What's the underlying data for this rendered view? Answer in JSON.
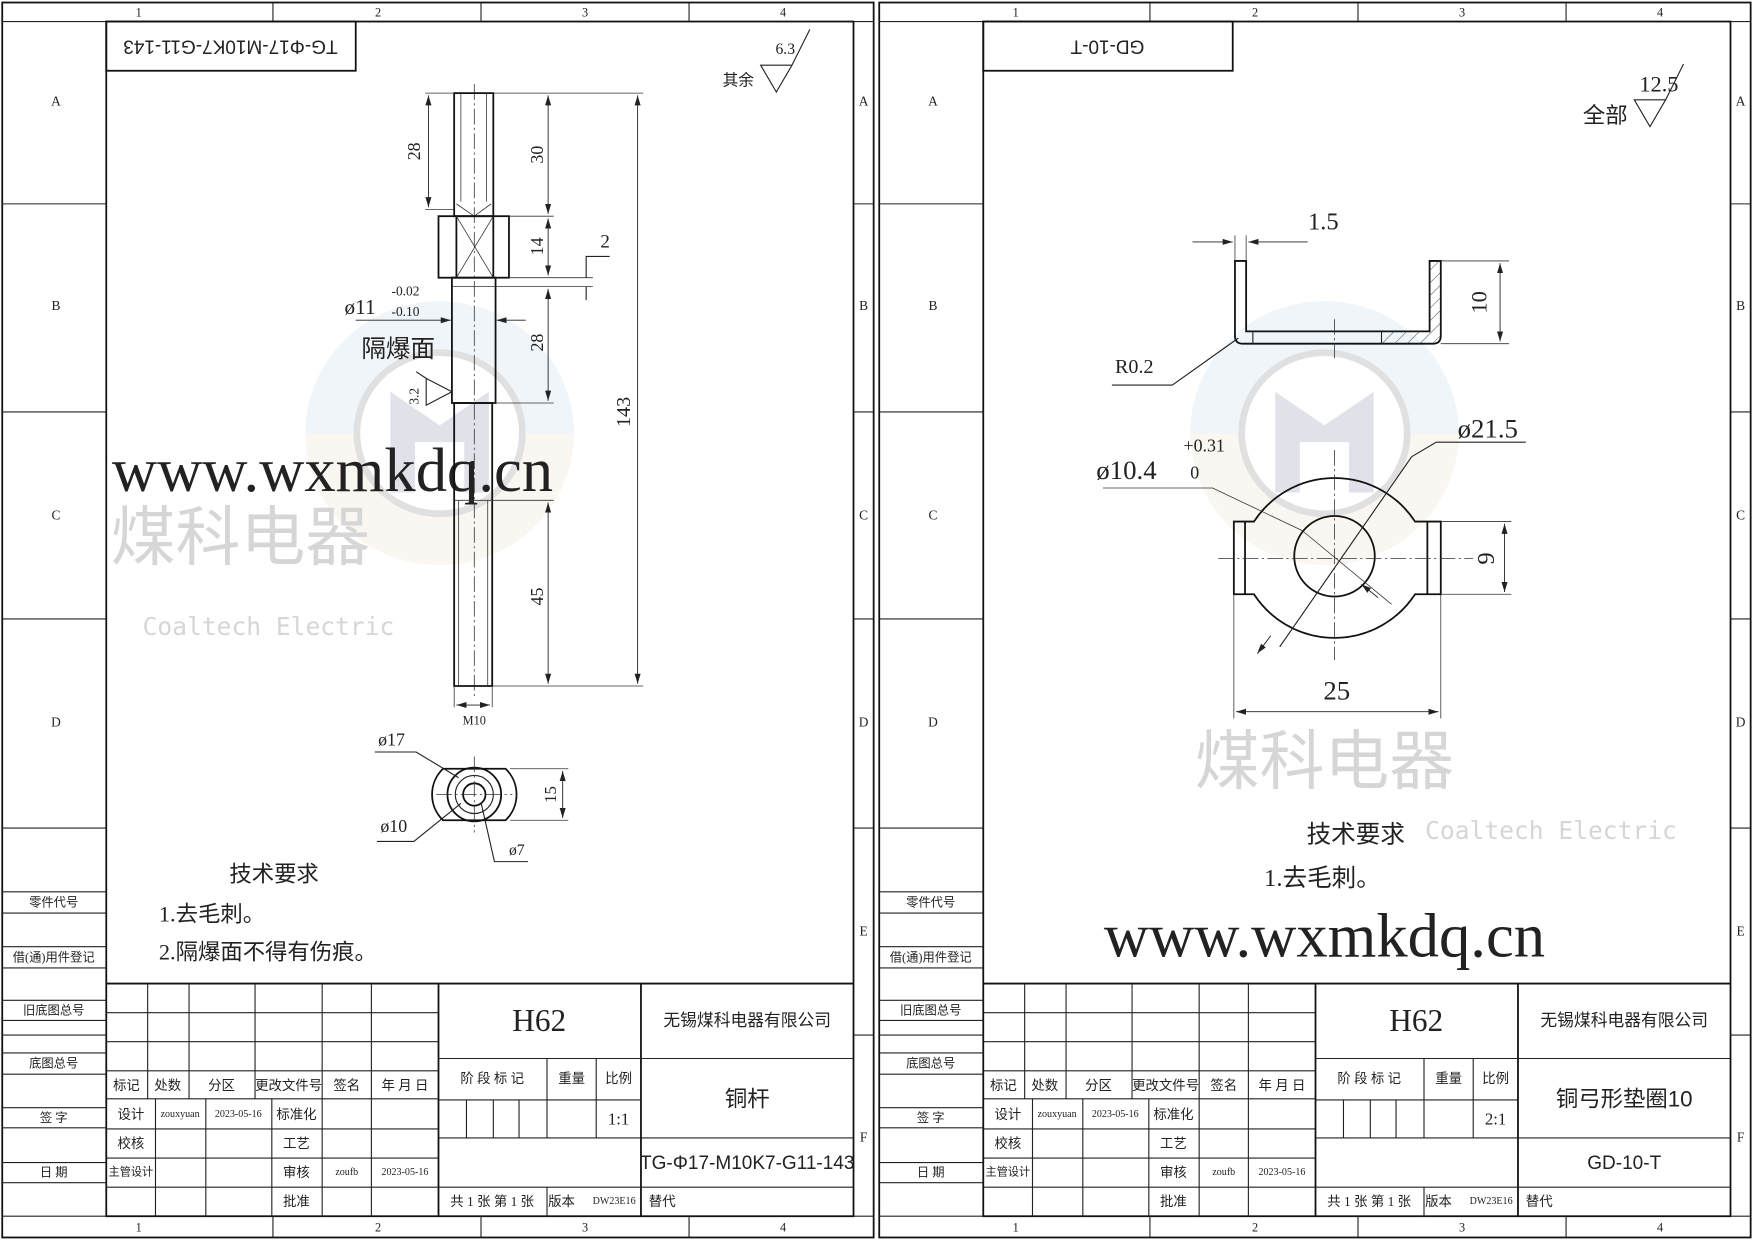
{
  "frame": {
    "columns": [
      "1",
      "2",
      "3",
      "4"
    ],
    "rows": [
      "A",
      "B",
      "C",
      "D",
      "E",
      "F"
    ],
    "side_labels": [
      "零件代号",
      "借(通)用件登记",
      "旧底图总号",
      "底图总号",
      "签 字",
      "日 期"
    ]
  },
  "watermark": {
    "brand_cn": "煤科电器",
    "brand_en": "Coaltech Electric",
    "url": "www.wxmkdq.cn"
  },
  "title_block_labels": {
    "headers": [
      "标记",
      "处数",
      "分区",
      "更改文件号",
      "签名",
      "年 月 日"
    ],
    "design": "设计",
    "check": "校核",
    "chief_design": "主管设计",
    "standardization": "标准化",
    "process": "工艺",
    "review": "审核",
    "approve": "批准",
    "stage_mark": "阶 段 标 记",
    "weight": "重量",
    "scale": "比例",
    "sheets": "共 1 张  第 1 张",
    "version_label": "版本",
    "version": "DW23E16",
    "replace": "替代"
  },
  "sheets": [
    {
      "code_box": "TG-Φ17-M10K7-G11-143",
      "roughness_prefix": "其余",
      "roughness": "6.3",
      "dims": {
        "d28a": "28",
        "d30": "30",
        "d14": "14",
        "d2": "2",
        "d28b": "28",
        "d143": "143",
        "d45": "45",
        "m10": "M10",
        "dia11": "ø11",
        "tol_upper": "-0.02",
        "tol_lower": "-0.10",
        "sealing_face": "隔爆面",
        "rough32": "3.2",
        "dia17": "ø17",
        "dia10": "ø10",
        "dia7": "ø7",
        "d15": "15"
      },
      "tech_title": "技术要求",
      "tech_items": [
        "1.去毛刺。",
        "2.隔爆面不得有伤痕。"
      ],
      "designer": "zouxyuan",
      "design_date": "2023-05-16",
      "reviewer": "zoufb",
      "review_date": "2023-05-16",
      "material": "H62",
      "company": "无锡煤科电器有限公司",
      "part_name": "铜杆",
      "scale": "1:1",
      "drawing_no": "TG-Φ17-M10K7-G11-143"
    },
    {
      "code_box": "GD-10-T",
      "roughness_prefix": "全部",
      "roughness": "12.5",
      "dims": {
        "t15": "1.5",
        "h10": "10",
        "r02": "R0.2",
        "dia215": "ø21.5",
        "dia104": "ø10.4",
        "tol_upper": "+0.31",
        "tol_lower": "0",
        "d9": "9",
        "d25": "25"
      },
      "tech_title": "技术要求",
      "tech_items": [
        "1.去毛刺。"
      ],
      "designer": "zouxyuan",
      "design_date": "2023-05-16",
      "reviewer": "zoufb",
      "review_date": "2023-05-16",
      "material": "H62",
      "company": "无锡煤科电器有限公司",
      "part_name": "铜弓形垫圈10",
      "scale": "2:1",
      "drawing_no": "GD-10-T"
    }
  ]
}
